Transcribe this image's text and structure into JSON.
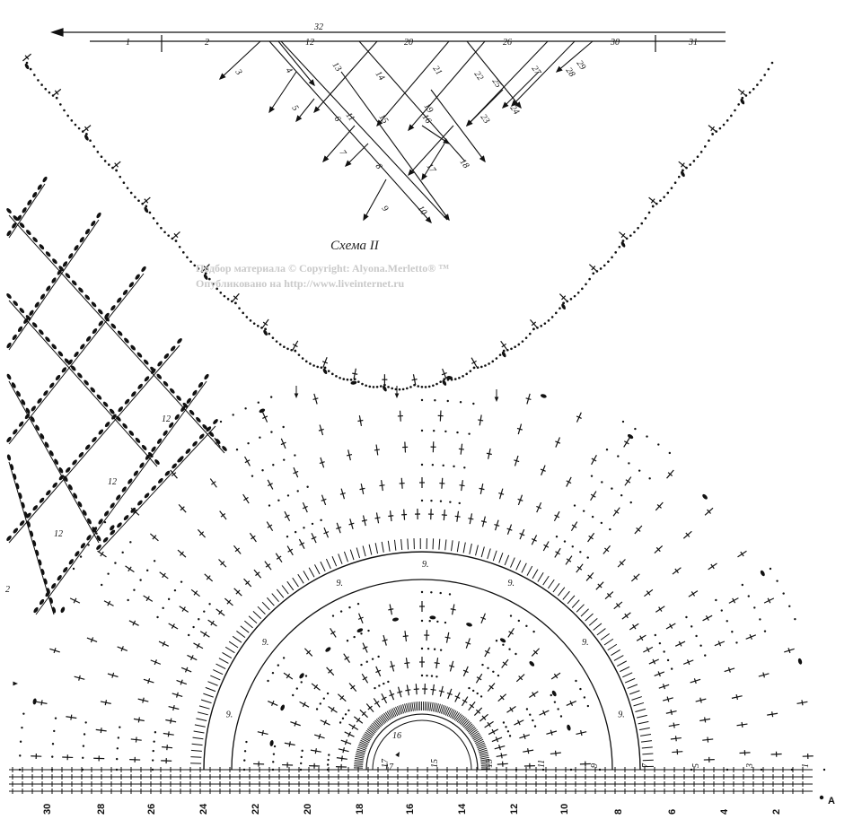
{
  "scheme_title": "Схема II",
  "watermark": {
    "line1": "Подбор материала © Copyright:  Alyona.Merletto® ™",
    "line2": "Опубликовано на http://www.liveinternet.ru"
  },
  "top_scheme": {
    "main_label": "32",
    "baseline_labels": [
      "1",
      "2",
      "12",
      "20",
      "26",
      "30",
      "31"
    ],
    "diag_labels": [
      "3",
      "4",
      "5",
      "6",
      "7",
      "8",
      "9",
      "10",
      "11",
      "13",
      "14",
      "15",
      "16",
      "17",
      "18",
      "19",
      "21",
      "22",
      "23",
      "24",
      "25",
      "27",
      "28",
      "29"
    ]
  },
  "side_labels": [
    "12",
    "12",
    "12",
    "2"
  ],
  "arc_labels": {
    "outer": [
      "9",
      "9",
      "9",
      "9",
      "9",
      "9",
      "9"
    ],
    "inner": "16",
    "arrow": "17"
  },
  "bottom_axis": {
    "row_labels": [
      "30",
      "28",
      "26",
      "24",
      "22",
      "20",
      "18",
      "16",
      "14",
      "12",
      "10",
      "8",
      "6",
      "4",
      "2"
    ],
    "end_label": "A",
    "mid_labels": [
      "17",
      "15",
      "13",
      "11",
      "9",
      "7",
      "5",
      "3",
      "1"
    ]
  },
  "colors": {
    "ink": "#111111",
    "watermark": "#c9c9c9",
    "paper": "#ffffff"
  }
}
